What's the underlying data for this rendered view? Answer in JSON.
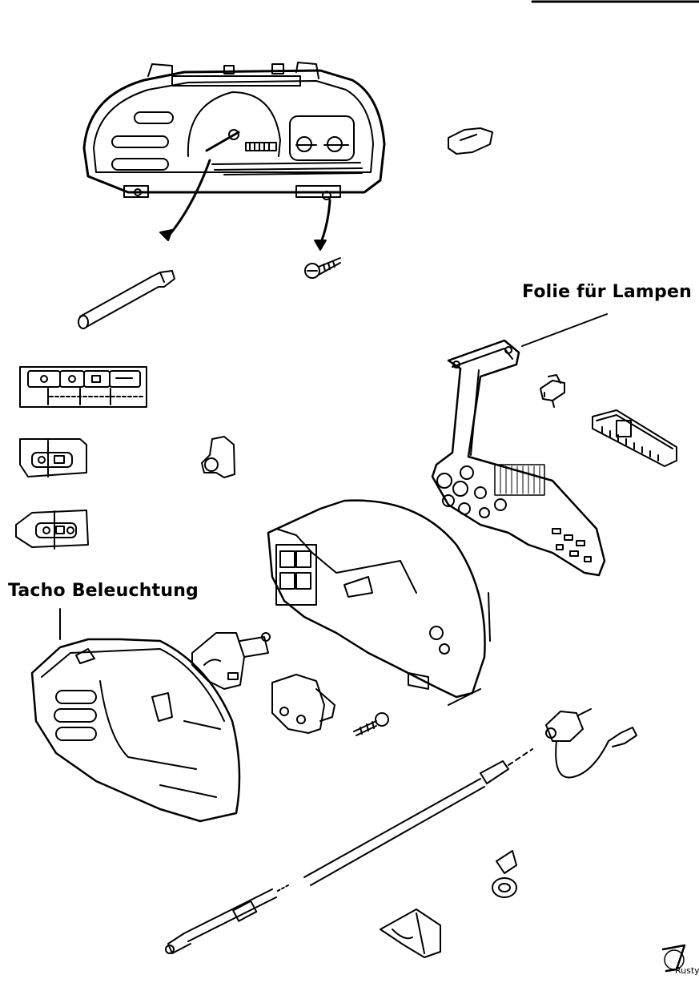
{
  "labels": {
    "folie": "Folie für Lampen",
    "tacho": "Tacho Beleuchtung"
  },
  "logo": {
    "text": "Rusty"
  }
}
